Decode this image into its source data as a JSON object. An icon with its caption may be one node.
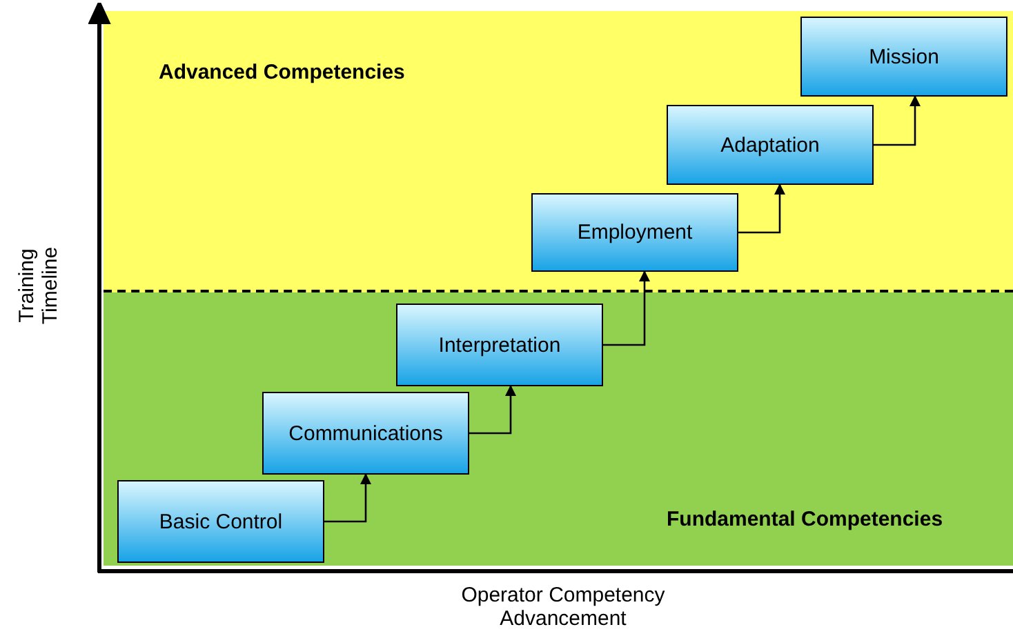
{
  "diagram": {
    "nodes": [
      {
        "text": [
          "Advanced Competencies"
        ]
      },
      {
        "text": [
          "Mission"
        ],
        "in": 0
      },
      {
        "text": [
          "Adaptation"
        ],
        "in": 0
      },
      {
        "text": [
          "Employment"
        ],
        "in": 0
      },
      {
        "text": [
          "Fundamental Competencies"
        ]
      },
      {
        "text": [
          "Interpretation"
        ],
        "in": 4
      },
      {
        "text": [
          "Communications"
        ],
        "in": 4
      },
      {
        "text": [
          "Basic Control"
        ],
        "in": 4
      }
    ],
    "edges": [
      {
        "from": 7,
        "to": 6,
        "arrow": "to"
      },
      {
        "from": 6,
        "to": 5,
        "arrow": "to"
      },
      {
        "from": 5,
        "to": 3,
        "arrow": "to"
      },
      {
        "from": 3,
        "to": 2,
        "arrow": "to"
      },
      {
        "from": 2,
        "to": 1,
        "arrow": "to"
      }
    ],
    "labels": [
      "Training Timeline",
      "Operator Competency Advancement"
    ]
  }
}
